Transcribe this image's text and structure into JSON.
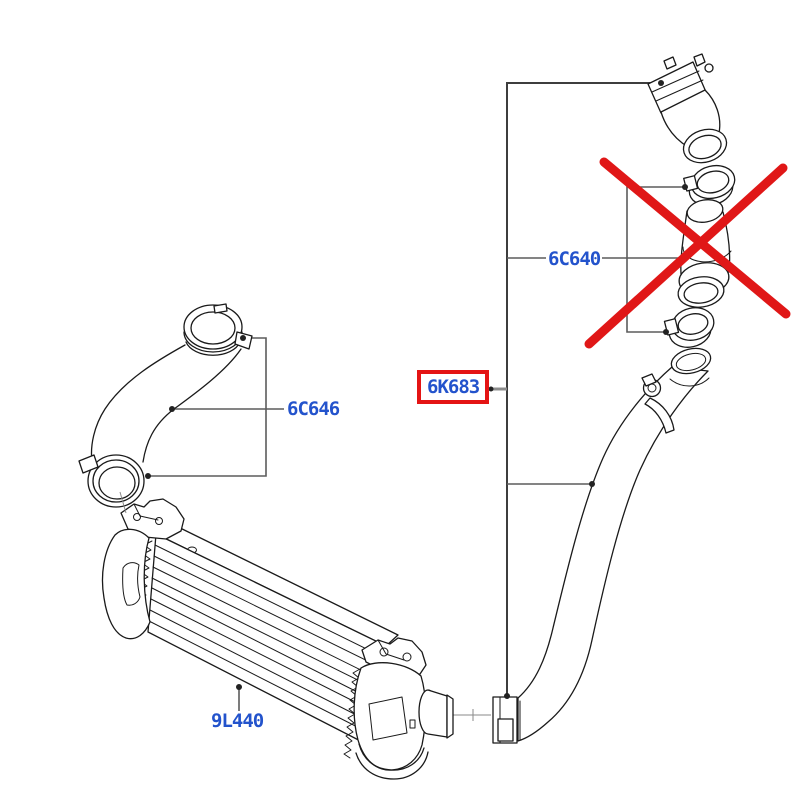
{
  "colors": {
    "label-blue": "#2353cc",
    "highlight-red": "#e41414",
    "cross-red": "#e01717",
    "outline": "#1a1a1a",
    "callout": "#5c5c5c",
    "leader": "#8c8c8c",
    "background": "#ffffff"
  },
  "diagram": {
    "parts": [
      {
        "part_number": "6C646",
        "selected": false,
        "crossed_out": false
      },
      {
        "part_number": "6K683",
        "selected": true,
        "crossed_out": false
      },
      {
        "part_number": "6C640",
        "selected": false,
        "crossed_out": true
      },
      {
        "part_number": "9L440",
        "selected": false,
        "crossed_out": false
      }
    ]
  }
}
